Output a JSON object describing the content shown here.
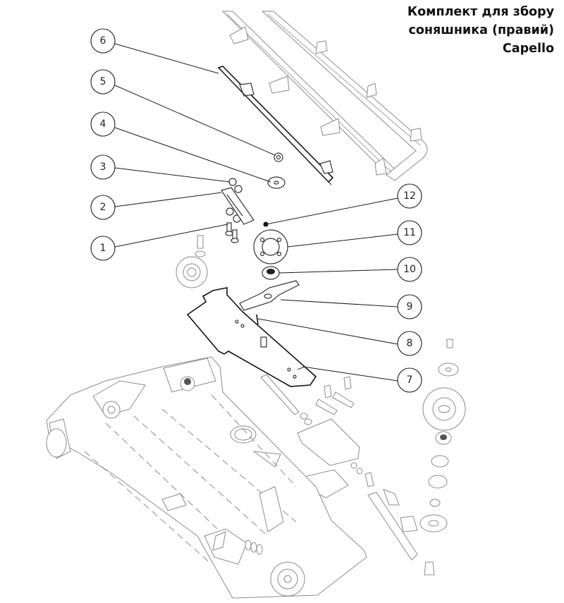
{
  "title": {
    "line1": "Комплект для збору",
    "line2": "соняшника (правий)",
    "line3": "Capello"
  },
  "callouts": [
    {
      "number": "1",
      "part": "bolt"
    },
    {
      "number": "2",
      "part": "slotted-bracket"
    },
    {
      "number": "3",
      "part": "nut"
    },
    {
      "number": "4",
      "part": "washer"
    },
    {
      "number": "5",
      "part": "nut"
    },
    {
      "number": "6",
      "part": "chain-guide-rail"
    },
    {
      "number": "7",
      "part": "base-plate"
    },
    {
      "number": "8",
      "part": "pin"
    },
    {
      "number": "9",
      "part": "cutting-knife"
    },
    {
      "number": "10",
      "part": "bearing"
    },
    {
      "number": "11",
      "part": "sprocket"
    },
    {
      "number": "12",
      "part": "small-ball"
    }
  ],
  "colors": {
    "text": "#111111",
    "line": "#1a1a1a",
    "drawing_grey": "#8a8a8a",
    "background": "#ffffff"
  }
}
